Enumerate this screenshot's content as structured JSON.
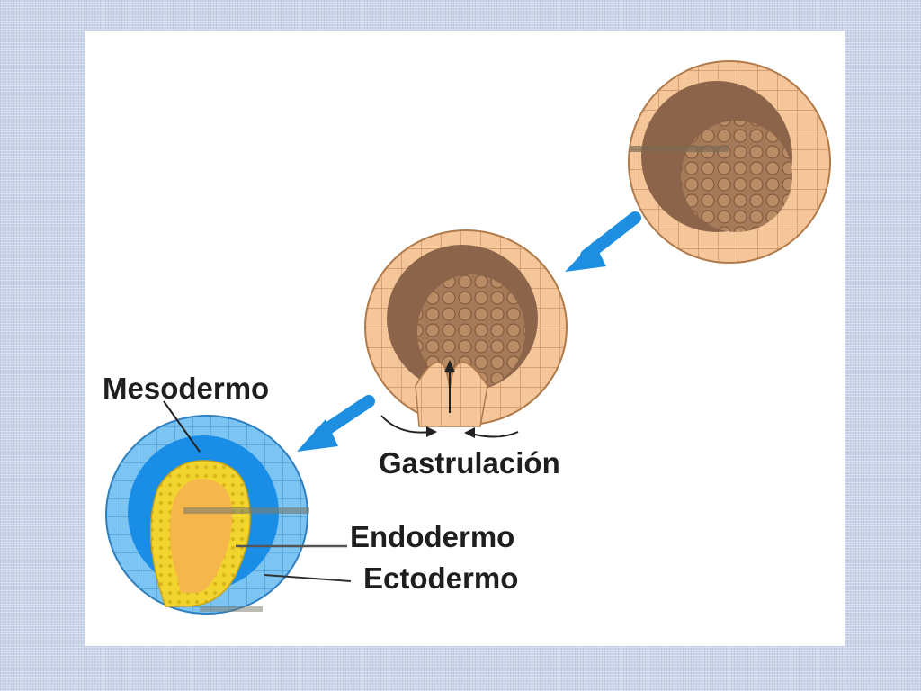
{
  "labels": {
    "mesodermo": "Mesodermo",
    "gastrulacion": "Gastrulación",
    "endodermo": "Endodermo",
    "ectodermo": "Ectodermo"
  },
  "colors": {
    "background_pattern": "#c9d4e8",
    "panel": "#ffffff",
    "cell_peach": "#f4c69a",
    "cell_outline": "#b07a4a",
    "interior_brown": "#8c6449",
    "arrow_blue": "#1e8fe0",
    "ectoderm_blue": "#7cc4f2",
    "mesoderm_blue": "#1a8ee6",
    "endoderm_yellow": "#f2d42e",
    "archenteron_orange": "#f5b64c"
  }
}
